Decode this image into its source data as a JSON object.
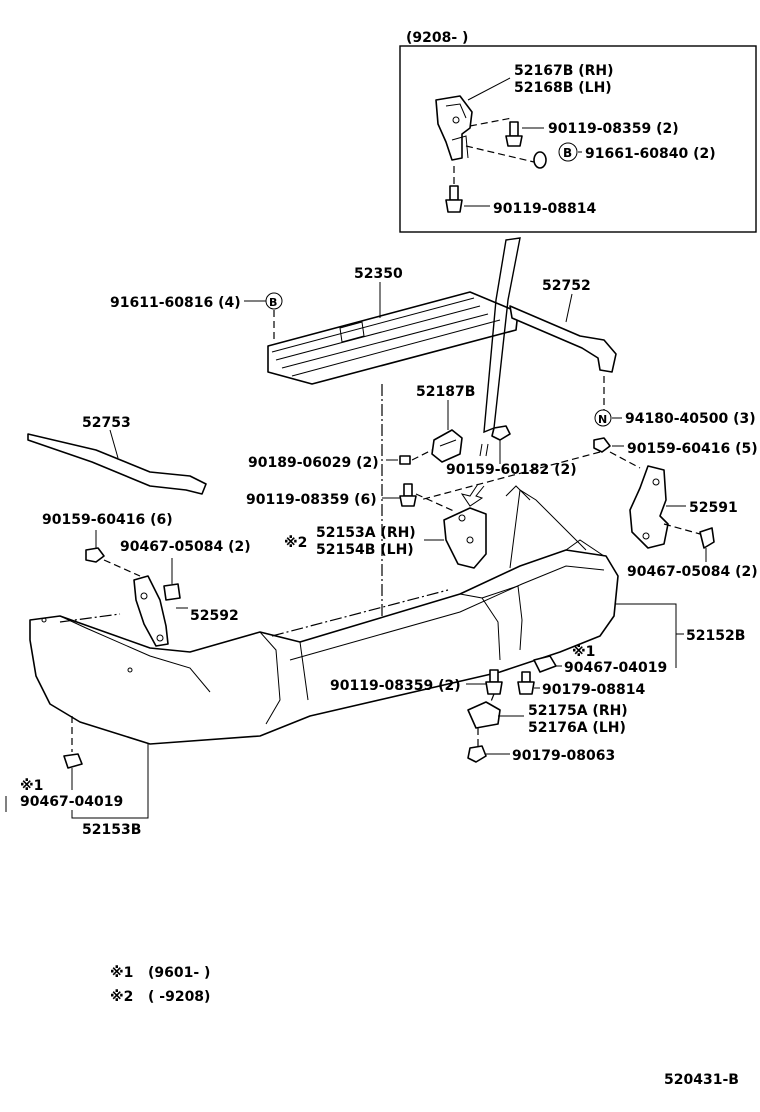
{
  "inset": {
    "date_range": "(9208-         )",
    "parts": {
      "bracket_rh": "52167B (RH)",
      "bracket_lh": "52168B (LH)",
      "bolt_a": "90119-08359 (2)",
      "marker_b": "B",
      "nut_b": "91661-60840 (2)",
      "bolt_b": "90119-08814"
    }
  },
  "parts": {
    "p52350": "52350",
    "p91611": "91611-60816 (4)",
    "marker_b2": "B",
    "p52752": "52752",
    "p52753": "52753",
    "marker_n": "N",
    "p94180": "94180-40500 (3)",
    "p52187b": "52187B",
    "p90189": "90189-06029 (2)",
    "p90159_60182": "90159-60182 (2)",
    "p90159_60416_5": "90159-60416 (5)",
    "p90119_6": "90119-08359 (6)",
    "p52591": "52591",
    "p90159_60416_6": "90159-60416 (6)",
    "p90467_l": "90467-05084 (2)",
    "mark2": "※2",
    "p52153a": "52153A (RH)",
    "p52154b": "52154B (LH)",
    "p90467_r": "90467-05084 (2)",
    "p52592": "52592",
    "p52152b": "52152B",
    "mark1_r": "※1",
    "p90467_04019_r": "90467-04019",
    "p90119_2": "90119-08359 (2)",
    "p90179_08814": "90179-08814",
    "p52175a": "52175A (RH)",
    "p52176a": "52176A (LH)",
    "p90179_08063": "90179-08063",
    "mark1_l": "※1",
    "p90467_04019_l": "90467-04019",
    "p52153b": "52153B"
  },
  "notes": {
    "n1_mark": "※1",
    "n1_text": "(9601-         )",
    "n2_mark": "※2",
    "n2_text": "(         -9208)"
  },
  "figure_id": "520431-B"
}
